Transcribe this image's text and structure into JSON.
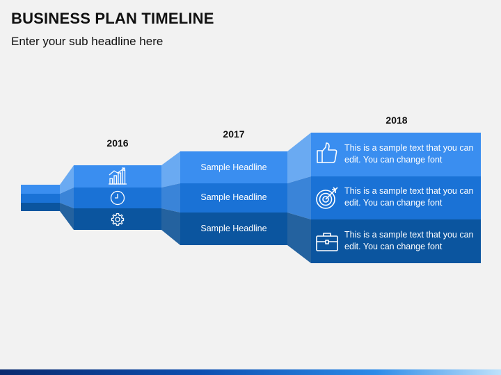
{
  "header": {
    "title": "BUSINESS PLAN TIMELINE",
    "subtitle": "Enter your sub headline here"
  },
  "years": [
    "2016",
    "2017",
    "2018"
  ],
  "stage_2017": {
    "headlines": [
      "Sample Headline",
      "Sample Headline",
      "Sample Headline"
    ]
  },
  "stage_2018": {
    "texts": [
      "This is a sample text that you can edit. You can change font",
      "This is a sample text that you can edit. You can change font",
      "This is a sample text that you can edit. You can change font"
    ]
  },
  "icons": {
    "stage_2016": [
      "growth-chart-icon",
      "clock-icon",
      "gear-icon"
    ],
    "stage_2018": [
      "thumbs-up-icon",
      "target-icon",
      "briefcase-icon"
    ]
  },
  "colors": {
    "light_blue": "#3a8ef0",
    "mid_blue": "#1a72d6",
    "dark_blue": "#0b559f",
    "connector_light": "#6aaaf2",
    "connector_mid": "#3a84d8",
    "connector_dark": "#24629f",
    "background": "#f2f2f2"
  }
}
